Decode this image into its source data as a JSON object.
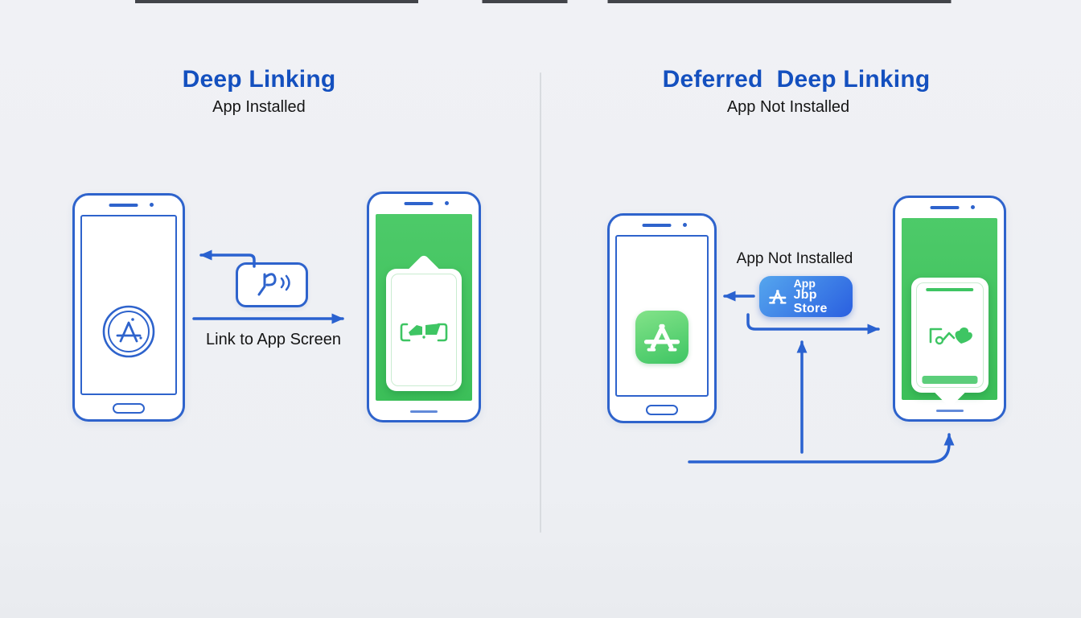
{
  "left": {
    "title": "Deep Linking",
    "subtitle": "App Installed",
    "link_label": "Link to App Screen"
  },
  "right": {
    "title": "Deferred  Deep Linking",
    "subtitle": "App Not Installed",
    "status_label": "App Not Installed",
    "badge": {
      "line1": "App",
      "line2": "Jbp Store"
    }
  },
  "icons": {
    "phone_a_screen": "app-store-outline-icon",
    "link_box": "deep-link-tap-icon",
    "phone_b_screen": "shopping-cart-app-screen",
    "phone_c_screen": "app-store-green-icon",
    "badge": "app-store-glyph-icon",
    "phone_d_screen": "hand-heart-app-screen"
  },
  "colors": {
    "title-blue": "#1450bf",
    "arrow-blue": "#2a62d0",
    "outline-blue": "#2e63cc",
    "text-dark": "#151515",
    "divider": "#d8dbdf",
    "green-screen": "#3cbf59",
    "green-screen-hi": "#4dca69",
    "green-icon": "#3ec563",
    "green-icon-hi": "#83e389",
    "badge-hi": "#55a6ee",
    "badge-lo": "#2a5fe0"
  }
}
